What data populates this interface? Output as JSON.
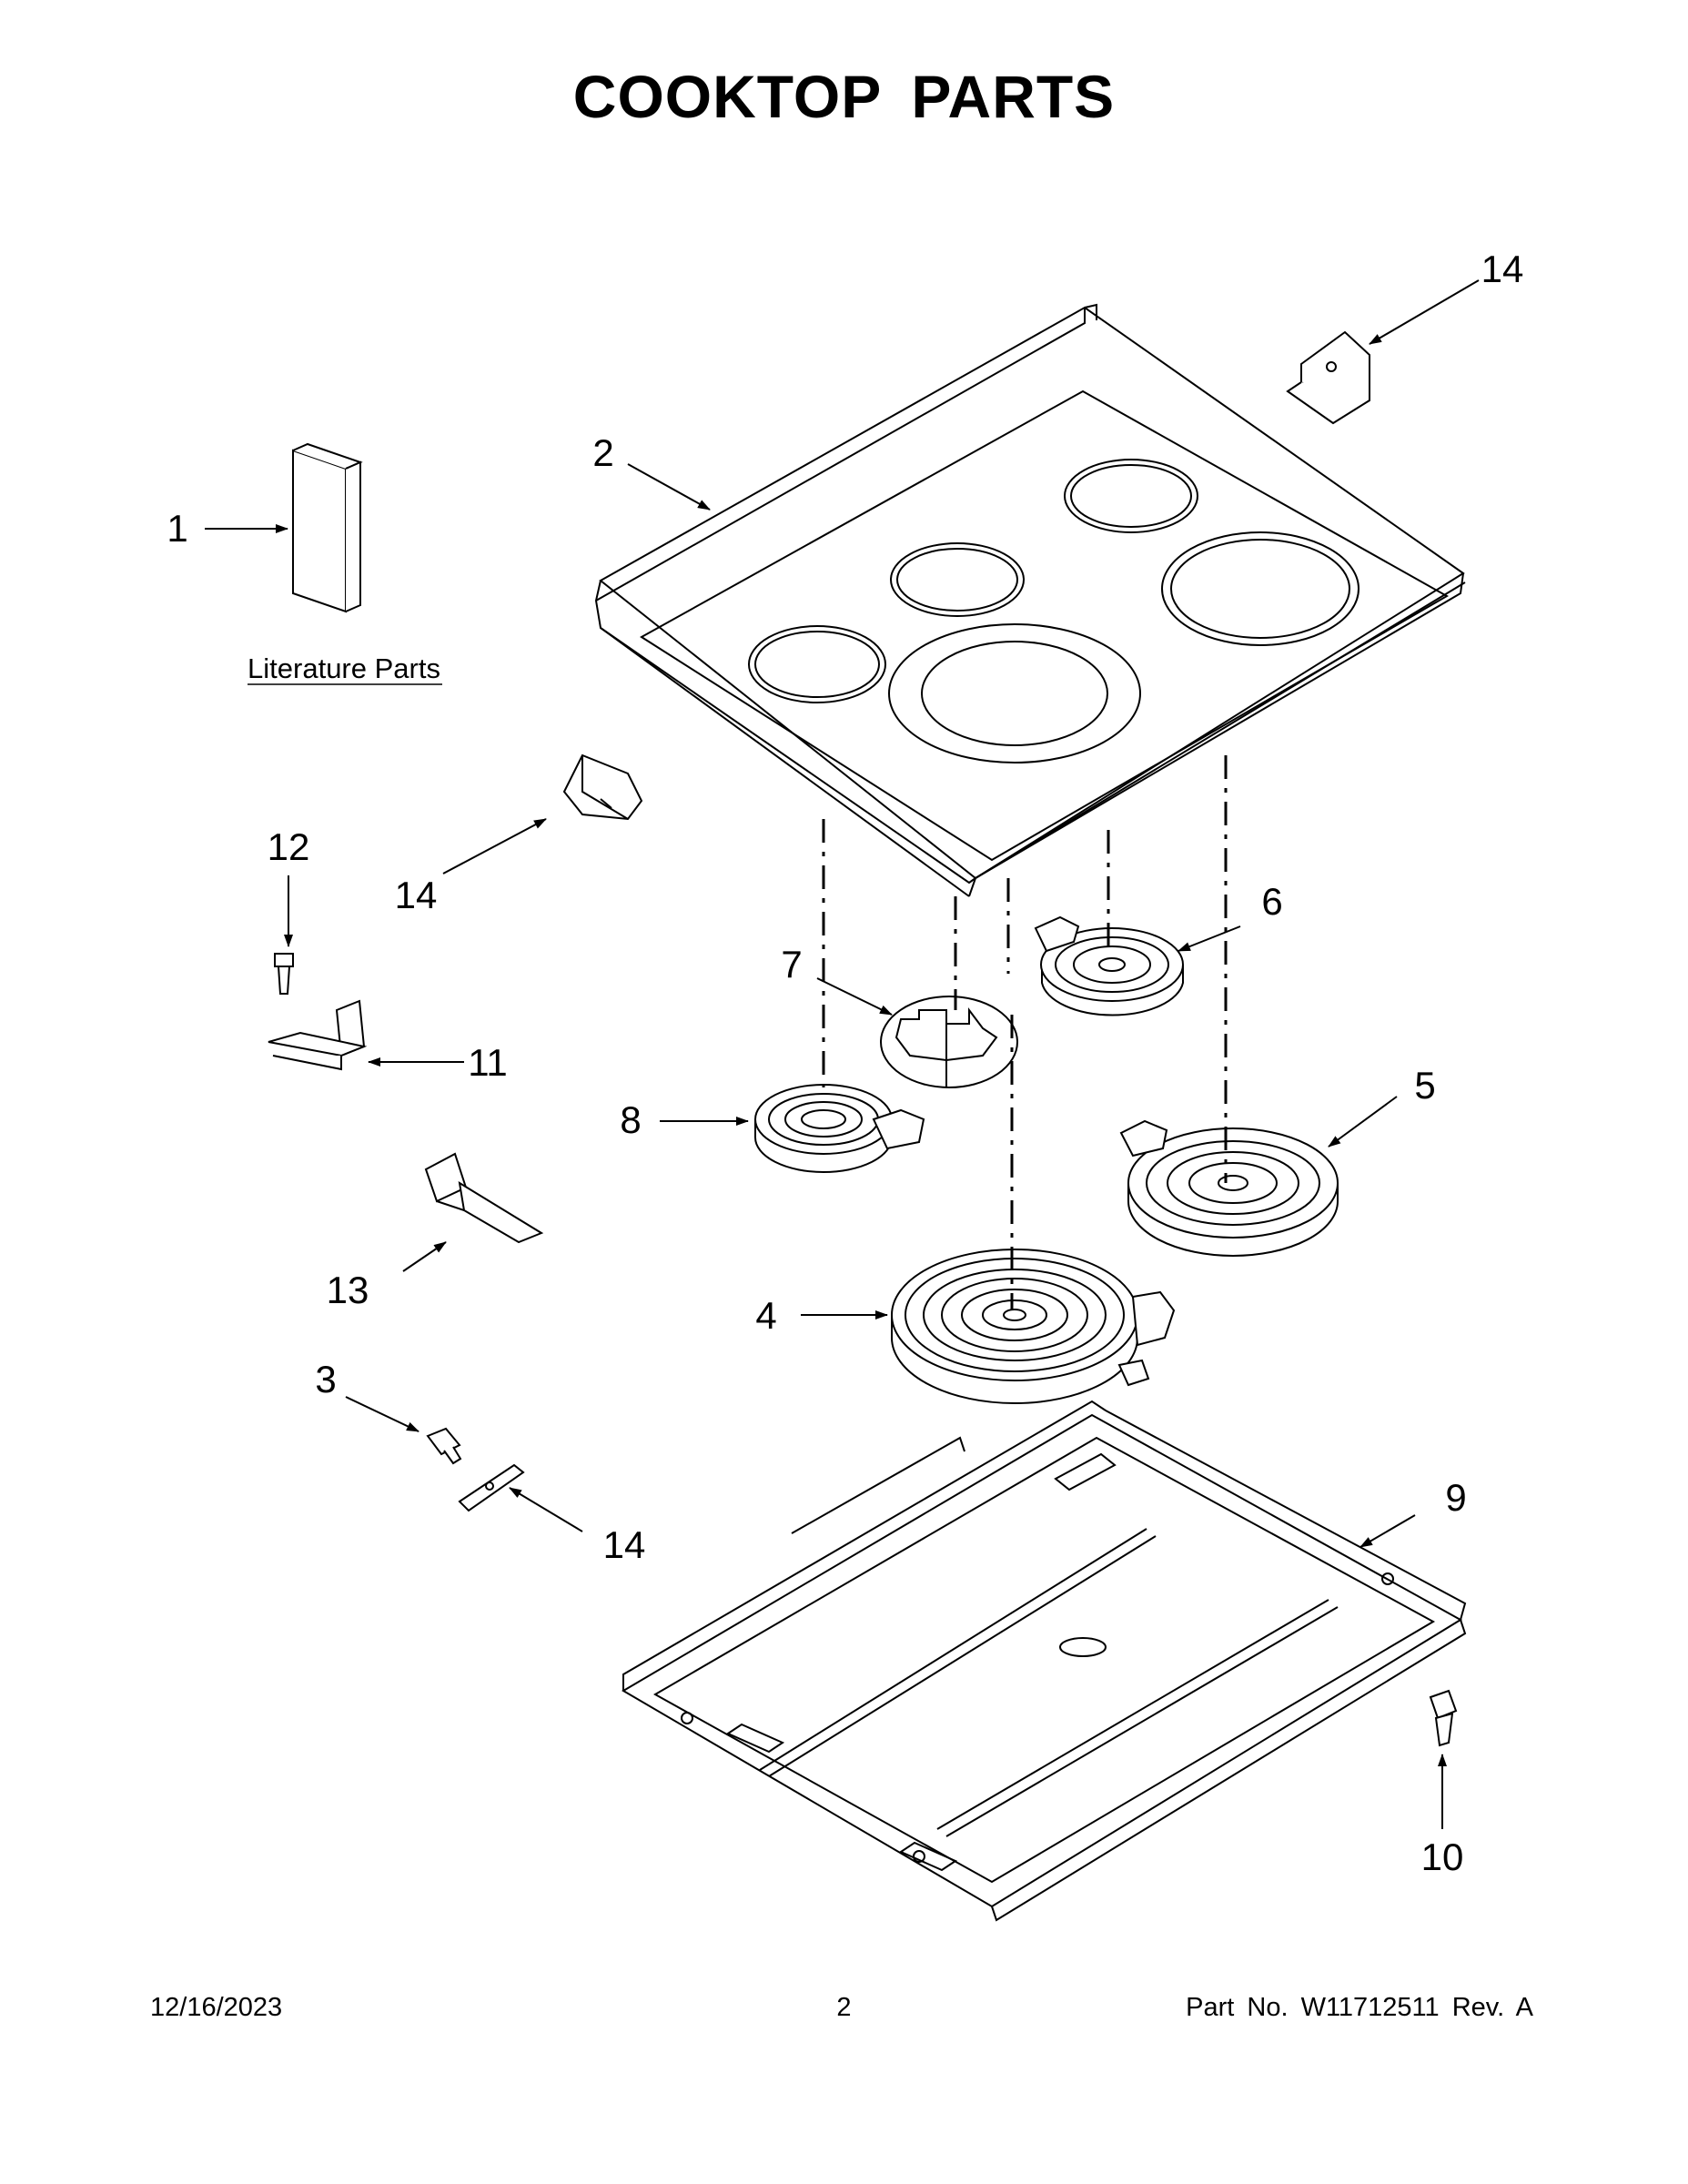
{
  "title": "COOKTOP PARTS",
  "literature_label": "Literature Parts",
  "callouts": {
    "c1": "1",
    "c2": "2",
    "c3": "3",
    "c4": "4",
    "c5": "5",
    "c6": "6",
    "c7": "7",
    "c8": "8",
    "c9": "9",
    "c10": "10",
    "c11": "11",
    "c12": "12",
    "c13": "13",
    "c14a": "14",
    "c14b": "14",
    "c14c": "14"
  },
  "footer": {
    "date": "12/16/2023",
    "page": "2",
    "part": "Part No.  W11712511  Rev.  A"
  }
}
